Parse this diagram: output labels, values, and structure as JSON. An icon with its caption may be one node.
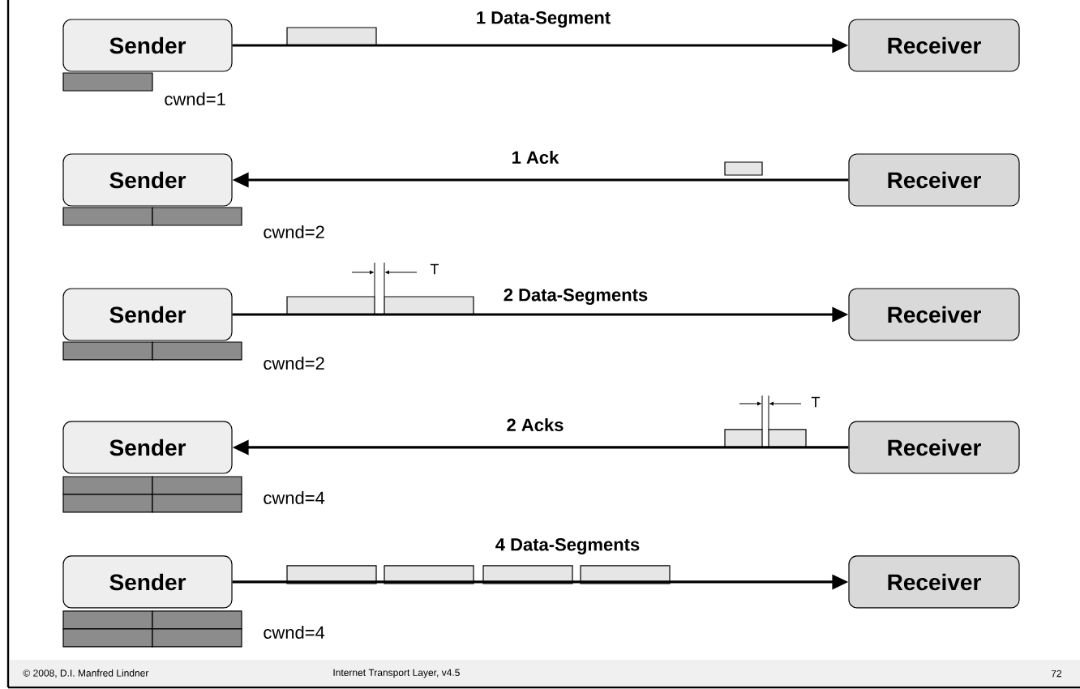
{
  "diagram": {
    "nodes": [
      {
        "text": [
          "Sender"
        ]
      },
      {
        "text": [
          "Receiver"
        ]
      },
      {
        "text": [
          "Sender"
        ]
      },
      {
        "text": [
          "Receiver"
        ]
      },
      {
        "text": [
          "Sender"
        ]
      },
      {
        "text": [
          "Receiver"
        ]
      },
      {
        "text": [
          "Sender"
        ]
      },
      {
        "text": [
          "Receiver"
        ]
      },
      {
        "text": [
          "Sender"
        ]
      },
      {
        "text": [
          "Receiver"
        ]
      }
    ],
    "edges": [
      {
        "from": 0,
        "to": 1,
        "arrow": "to",
        "label": "1 Data-Segment"
      },
      {
        "from": 3,
        "to": 2,
        "arrow": "to",
        "label": "1 Ack"
      },
      {
        "from": 4,
        "to": 5,
        "arrow": "to",
        "label": "2 Data-Segments"
      },
      {
        "from": 7,
        "to": 6,
        "arrow": "to",
        "label": "2 Acks"
      },
      {
        "from": 8,
        "to": 9,
        "arrow": "to",
        "label": "4 Data-Segments"
      }
    ],
    "labels": [
      "cwnd=1",
      "cwnd=2",
      "T",
      "cwnd=2",
      "T",
      "cwnd=4",
      "cwnd=4",
      "© 2008, D.I. Manfred Lindner",
      "Internet Transport Layer, v4.5",
      "72"
    ]
  }
}
